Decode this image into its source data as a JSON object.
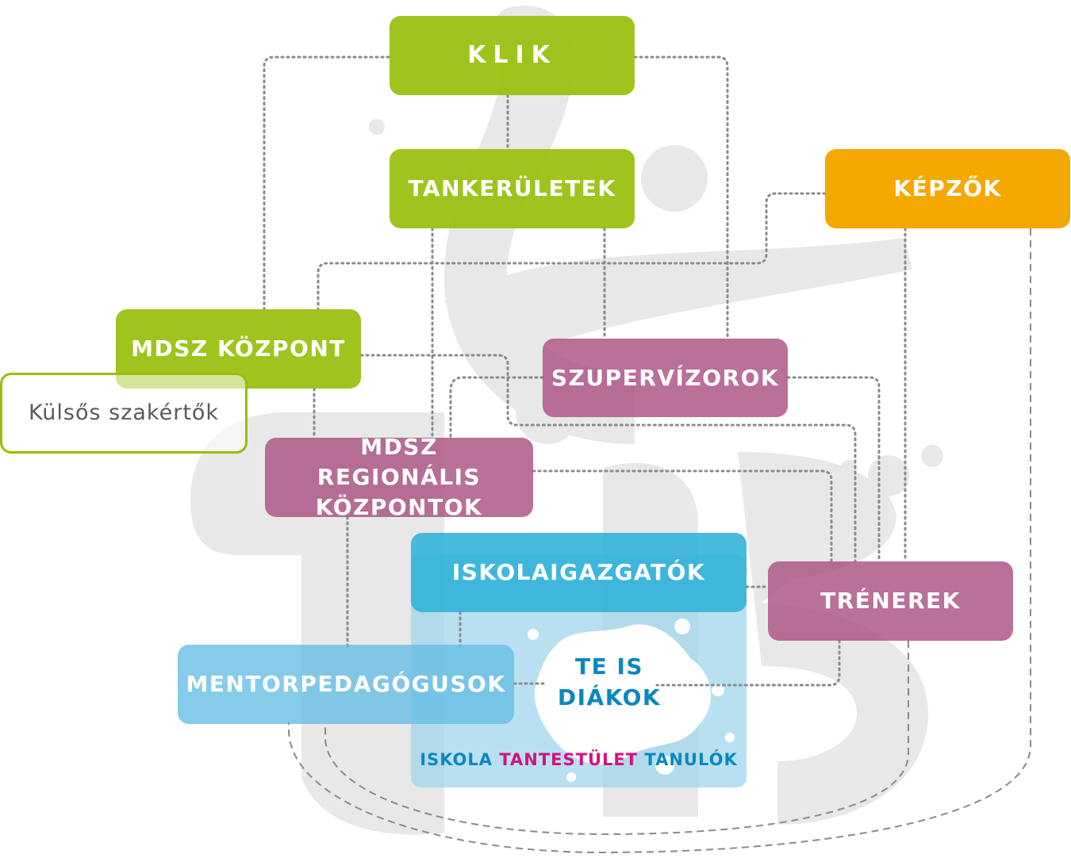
{
  "nodes": {
    "klik": "KLIK",
    "tankeruletek": "TANKERÜLETEK",
    "kepzok": "KÉPZŐK",
    "mdsz_kozpont": "MDSZ KÖZPONT",
    "kulsos_szakertok": "Külsős szakértők",
    "szupervizorok": "SZUPERVÍZOROK",
    "mdsz_regionalis": "MDSZ REGIONÁLIS KÖZPONTOK",
    "iskolaigazgatok": "ISKOLAIGAZGATÓK",
    "trenerek": "TRÉNEREK",
    "mentorpedagogusok": "MENTORPEDAGÓGUSOK"
  },
  "center": {
    "line1": "TE IS",
    "line2": "DIÁKOK"
  },
  "school_caption": {
    "part1": "ISKOLA",
    "part2": "TANTESTÜLET",
    "part3": "TANULÓK"
  },
  "colors": {
    "green": "#98bf0c",
    "orange": "#f4a800",
    "pink": "#aa5082",
    "blue": "#2eb0d8",
    "light_blue": "#a0d6ec",
    "magenta": "#d4117f",
    "dark_blue_text": "#0a87c0",
    "connector": "#8a8a8a",
    "watermark": "#e6e6e6"
  },
  "watermark_logo": "large grey splash logo"
}
